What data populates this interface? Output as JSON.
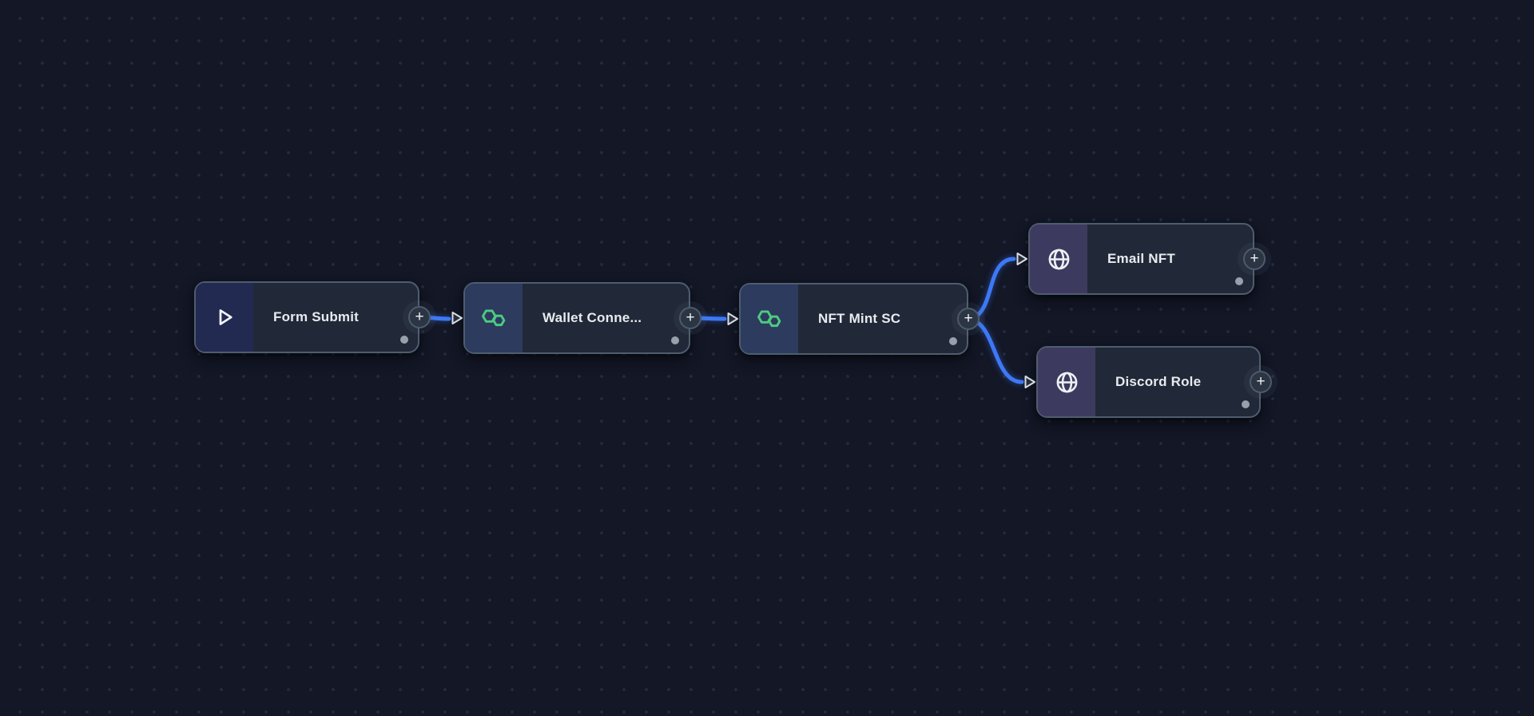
{
  "canvas": {
    "background_color": "#131726",
    "grid_dot_color": "#242b3e"
  },
  "workflow": {
    "plus_label": "+",
    "edge_color": "#3d78f5",
    "nodes": [
      {
        "id": "form-submit",
        "label": "Form Submit",
        "icon": "play-icon",
        "icon_color": "#f2f4f6",
        "accent_color": "#222a52",
        "has_input": false,
        "has_output": true
      },
      {
        "id": "wallet-connect",
        "label": "Wallet Conne...",
        "icon": "polygon-chain-icon",
        "icon_color": "#4ecb81",
        "accent_color": "#2c3b5e",
        "has_input": true,
        "has_output": true
      },
      {
        "id": "nft-mint-sc",
        "label": "NFT Mint SC",
        "icon": "polygon-chain-icon",
        "icon_color": "#4ecb81",
        "accent_color": "#2c3b5e",
        "has_input": true,
        "has_output": true
      },
      {
        "id": "email-nft",
        "label": "Email NFT",
        "icon": "globe-icon",
        "icon_color": "#eef1f4",
        "accent_color": "#3d3a5f",
        "has_input": true,
        "has_output": true
      },
      {
        "id": "discord-role",
        "label": "Discord Role",
        "icon": "globe-icon",
        "icon_color": "#eef1f4",
        "accent_color": "#3d3a5f",
        "has_input": true,
        "has_output": true
      }
    ],
    "edges": [
      {
        "from": "form-submit",
        "to": "wallet-connect"
      },
      {
        "from": "wallet-connect",
        "to": "nft-mint-sc"
      },
      {
        "from": "nft-mint-sc",
        "to": "email-nft"
      },
      {
        "from": "nft-mint-sc",
        "to": "discord-role"
      }
    ]
  }
}
